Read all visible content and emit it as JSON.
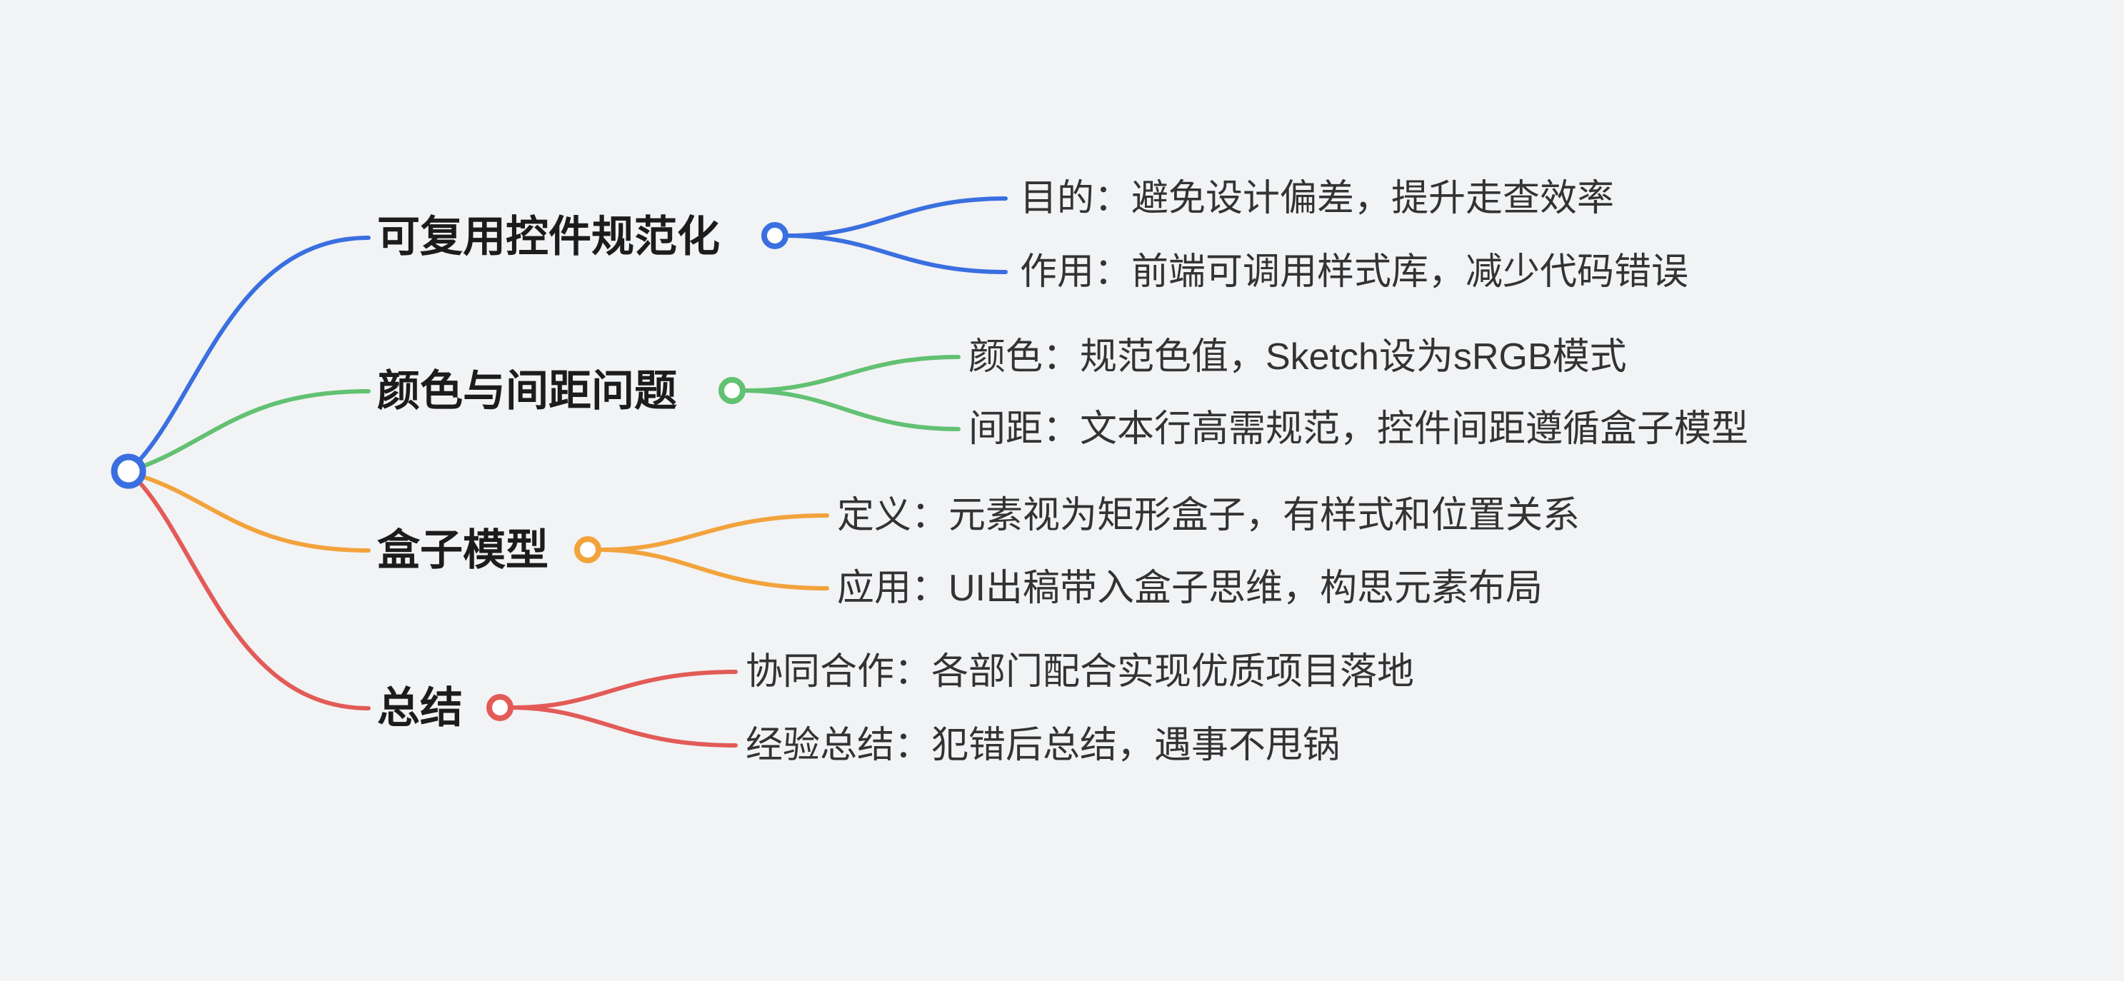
{
  "canvas": {
    "background": "#f2f3f5"
  },
  "mindmap": {
    "root": {
      "color": "#3a6fe0"
    },
    "branches": [
      {
        "label": "可复用控件规范化",
        "color": "#3a6fe0",
        "children": [
          "目的：避免设计偏差，提升走查效率",
          "作用：前端可调用样式库，减少代码错误"
        ]
      },
      {
        "label": "颜色与间距问题",
        "color": "#62c172",
        "children": [
          "颜色：规范色值，Sketch设为sRGB模式",
          "间距：文本行高需规范，控件间距遵循盒子模型"
        ]
      },
      {
        "label": "盒子模型",
        "color": "#f2a33c",
        "children": [
          "定义：元素视为矩形盒子，有样式和位置关系",
          "应用：UI出稿带入盒子思维，构思元素布局"
        ]
      },
      {
        "label": "总结",
        "color": "#e25b57",
        "children": [
          "协同合作：各部门配合实现优质项目落地",
          "经验总结：犯错后总结，遇事不甩锅"
        ]
      }
    ]
  }
}
